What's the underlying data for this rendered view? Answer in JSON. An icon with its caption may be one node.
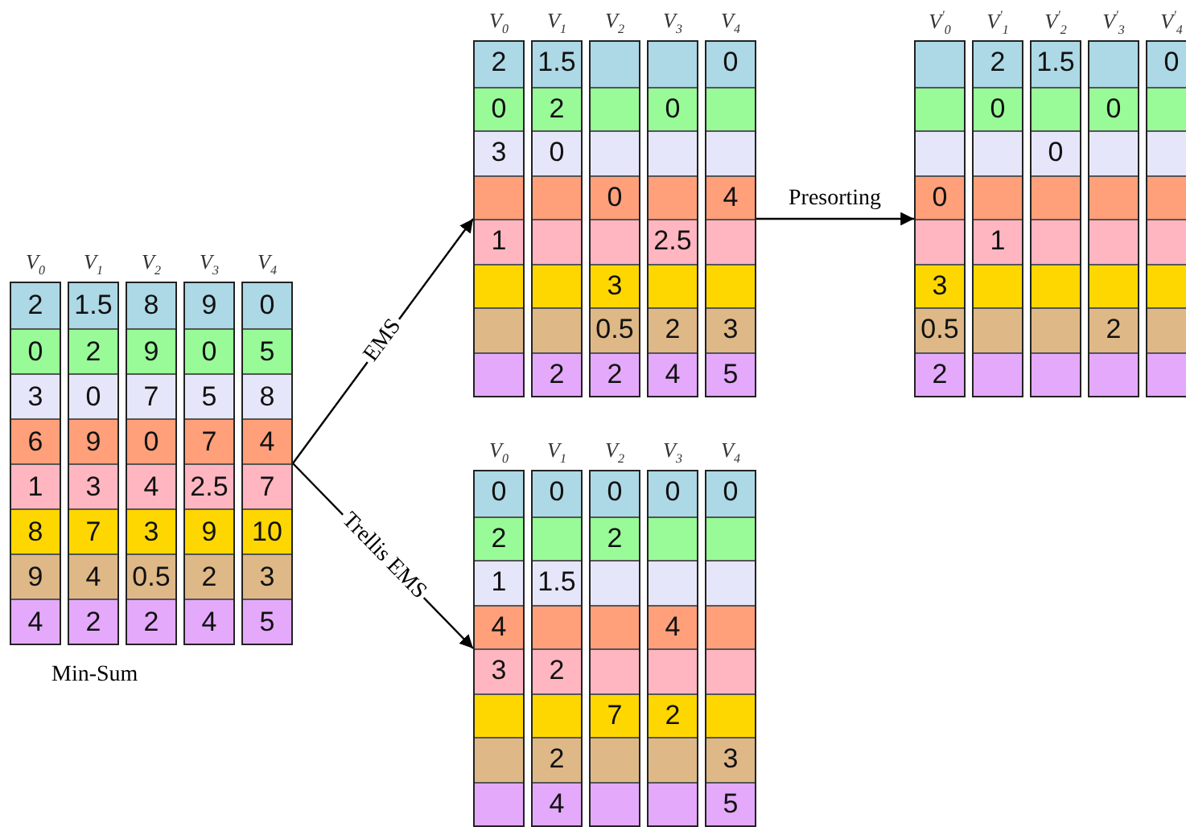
{
  "diagram": {
    "nodes": [
      {
        "text": [
          "V$_{0}$"
        ]
      },
      {
        "text": [
          "2"
        ],
        "in": 0
      },
      {
        "text": [
          "0"
        ],
        "in": 0
      },
      {
        "text": [
          "3"
        ],
        "in": 0
      },
      {
        "text": [
          "6"
        ],
        "in": 0
      },
      {
        "text": [
          "1"
        ],
        "in": 0
      },
      {
        "text": [
          "8"
        ],
        "in": 0
      },
      {
        "text": [
          "9"
        ],
        "in": 0
      },
      {
        "text": [
          "4"
        ],
        "in": 0
      },
      {
        "text": [
          "V$_{1}$"
        ]
      },
      {
        "text": [
          "1.5"
        ],
        "in": 9
      },
      {
        "text": [
          "2"
        ],
        "in": 9
      },
      {
        "text": [
          "0"
        ],
        "in": 9
      },
      {
        "text": [
          "9"
        ],
        "in": 9
      },
      {
        "text": [
          "3"
        ],
        "in": 9
      },
      {
        "text": [
          "7"
        ],
        "in": 9
      },
      {
        "text": [
          "4"
        ],
        "in": 9
      },
      {
        "text": [
          "2"
        ],
        "in": 9
      },
      {
        "text": [
          "V$_{2}$"
        ]
      },
      {
        "text": [
          "8"
        ],
        "in": 18
      },
      {
        "text": [
          "9"
        ],
        "in": 18
      },
      {
        "text": [
          "7"
        ],
        "in": 18
      },
      {
        "text": [
          "0"
        ],
        "in": 18
      },
      {
        "text": [
          "4"
        ],
        "in": 18
      },
      {
        "text": [
          "3"
        ],
        "in": 18
      },
      {
        "text": [
          "0.5"
        ],
        "in": 18
      },
      {
        "text": [
          "2"
        ],
        "in": 18
      },
      {
        "text": [
          "V$_{3}$"
        ]
      },
      {
        "text": [
          "9"
        ],
        "in": 27
      },
      {
        "text": [
          "0"
        ],
        "in": 27
      },
      {
        "text": [
          "5"
        ],
        "in": 27
      },
      {
        "text": [
          "7"
        ],
        "in": 27
      },
      {
        "text": [
          "2.5"
        ],
        "in": 27
      },
      {
        "text": [
          "9"
        ],
        "in": 27
      },
      {
        "text": [
          "2"
        ],
        "in": 27
      },
      {
        "text": [
          "4"
        ],
        "in": 27
      },
      {
        "text": [
          "V$_{4}$"
        ]
      },
      {
        "text": [
          "0"
        ],
        "in": 36
      },
      {
        "text": [
          "5"
        ],
        "in": 36
      },
      {
        "text": [
          "8"
        ],
        "in": 36
      },
      {
        "text": [
          "4"
        ],
        "in": 36
      },
      {
        "text": [
          "7"
        ],
        "in": 36
      },
      {
        "text": [
          "10"
        ],
        "in": 36
      },
      {
        "text": [
          "3"
        ],
        "in": 36
      },
      {
        "text": [
          "5"
        ],
        "in": 36
      },
      {
        "text": [
          "V$_{0}$"
        ]
      },
      {
        "text": [
          "2"
        ],
        "in": 45
      },
      {
        "text": [
          "0"
        ],
        "in": 45
      },
      {
        "text": [
          "3"
        ],
        "in": 45
      },
      {
        "text": [],
        "shape": "box",
        "in": 45
      },
      {
        "text": [
          "1"
        ],
        "in": 45
      },
      {
        "text": [],
        "shape": "box",
        "in": 45
      },
      {
        "text": [],
        "shape": "box",
        "in": 45
      },
      {
        "text": [],
        "shape": "box",
        "in": 45
      },
      {
        "text": [
          "V$_{1}$"
        ]
      },
      {
        "text": [
          "1.5"
        ],
        "in": 54
      },
      {
        "text": [
          "2"
        ],
        "in": 54
      },
      {
        "text": [
          "0"
        ],
        "in": 54
      },
      {
        "text": [],
        "shape": "box",
        "in": 54
      },
      {
        "text": [],
        "shape": "box",
        "in": 54
      },
      {
        "text": [],
        "shape": "box",
        "in": 54
      },
      {
        "text": [],
        "shape": "box",
        "in": 54
      },
      {
        "text": [
          "2"
        ],
        "in": 54
      },
      {
        "text": [
          "V$_{2}$"
        ]
      },
      {
        "text": [],
        "shape": "box",
        "in": 63
      },
      {
        "text": [],
        "shape": "box",
        "in": 63
      },
      {
        "text": [],
        "shape": "box",
        "in": 63
      },
      {
        "text": [
          "0"
        ],
        "in": 63
      },
      {
        "text": [],
        "shape": "box",
        "in": 63
      },
      {
        "text": [
          "3"
        ],
        "in": 63
      },
      {
        "text": [
          "0.5"
        ],
        "in": 63
      },
      {
        "text": [
          "2"
        ],
        "in": 63
      },
      {
        "text": [
          "V$_{3}$"
        ]
      },
      {
        "text": [],
        "shape": "box",
        "in": 72
      },
      {
        "text": [
          "0"
        ],
        "in": 72
      },
      {
        "text": [],
        "shape": "box",
        "in": 72
      },
      {
        "text": [],
        "shape": "box",
        "in": 72
      },
      {
        "text": [
          "2.5"
        ],
        "in": 72
      },
      {
        "text": [],
        "shape": "box",
        "in": 72
      },
      {
        "text": [
          "2"
        ],
        "in": 72
      },
      {
        "text": [
          "4"
        ],
        "in": 72
      },
      {
        "text": [
          "V$_{4}$"
        ]
      },
      {
        "text": [
          "0"
        ],
        "in": 81
      },
      {
        "text": [],
        "shape": "box",
        "in": 81
      },
      {
        "text": [],
        "shape": "box",
        "in": 81
      },
      {
        "text": [
          "4"
        ],
        "in": 81
      },
      {
        "text": [],
        "shape": "box",
        "in": 81
      },
      {
        "text": [],
        "shape": "box",
        "in": 81
      },
      {
        "text": [
          "3"
        ],
        "in": 81
      },
      {
        "text": [
          "5"
        ],
        "in": 81
      },
      {
        "text": [
          "V$^{'}$$_{0}$"
        ]
      },
      {
        "text": [],
        "shape": "box",
        "in": 90
      },
      {
        "text": [],
        "shape": "box",
        "in": 90
      },
      {
        "text": [],
        "shape": "box",
        "in": 90
      },
      {
        "text": [
          "0"
        ],
        "in": 90
      },
      {
        "text": [],
        "shape": "box",
        "in": 90
      },
      {
        "text": [
          "3"
        ],
        "in": 90
      },
      {
        "text": [
          "0.5"
        ],
        "in": 90
      },
      {
        "text": [
          "2"
        ],
        "in": 90
      },
      {
        "text": [
          "V$^{'}$$_{1}$"
        ]
      },
      {
        "text": [
          "2"
        ],
        "in": 99
      },
      {
        "text": [
          "0"
        ],
        "in": 99
      },
      {
        "text": [],
        "shape": "box",
        "in": 99
      },
      {
        "text": [],
        "shape": "box",
        "in": 99
      },
      {
        "text": [
          "1"
        ],
        "in": 99
      },
      {
        "text": [],
        "shape": "box",
        "in": 99
      },
      {
        "text": [],
        "shape": "box",
        "in": 99
      },
      {
        "text": [],
        "shape": "box",
        "in": 99
      },
      {
        "text": [
          "V$^{'}$$_{2}$"
        ]
      },
      {
        "text": [
          "1.5"
        ],
        "in": 108
      },
      {
        "text": [],
        "shape": "box",
        "in": 108
      },
      {
        "text": [
          "0"
        ],
        "in": 108
      },
      {
        "text": [],
        "shape": "box",
        "in": 108
      },
      {
        "text": [],
        "shape": "box",
        "in": 108
      },
      {
        "text": [],
        "shape": "box",
        "in": 108
      },
      {
        "text": [],
        "shape": "box",
        "in": 108
      },
      {
        "text": [],
        "shape": "box",
        "in": 108
      },
      {
        "text": [
          "V$^{'}$$_{3}$"
        ]
      },
      {
        "text": [],
        "shape": "box",
        "in": 117
      },
      {
        "text": [
          "0"
        ],
        "in": 117
      },
      {
        "text": [],
        "shape": "box",
        "in": 117
      },
      {
        "text": [],
        "shape": "box",
        "in": 117
      },
      {
        "text": [],
        "shape": "box",
        "in": 117
      },
      {
        "text": [],
        "shape": "box",
        "in": 117
      },
      {
        "text": [
          "2"
        ],
        "in": 117
      },
      {
        "text": [],
        "shape": "box",
        "in": 117
      },
      {
        "text": [
          "V$^{'}$$_{4}$"
        ]
      },
      {
        "text": [
          "0"
        ],
        "in": 126
      },
      {
        "text": [],
        "shape": "box",
        "in": 126
      },
      {
        "text": [],
        "shape": "box",
        "in": 126
      },
      {
        "text": [],
        "shape": "box",
        "in": 126
      },
      {
        "text": [],
        "shape": "box",
        "in": 126
      },
      {
        "text": [],
        "shape": "box",
        "in": 126
      },
      {
        "text": [],
        "shape": "box",
        "in": 126
      },
      {
        "text": [],
        "shape": "box",
        "in": 126
      },
      {
        "text": [
          "V$_{0}$"
        ]
      },
      {
        "text": [
          "0"
        ],
        "in": 135
      },
      {
        "text": [
          "2"
        ],
        "in": 135
      },
      {
        "text": [
          "1"
        ],
        "in": 135
      },
      {
        "text": [
          "4"
        ],
        "in": 135
      },
      {
        "text": [
          "3"
        ],
        "in": 135
      },
      {
        "text": [],
        "shape": "box",
        "in": 135
      },
      {
        "text": [],
        "shape": "box",
        "in": 135
      },
      {
        "text": [],
        "shape": "box",
        "in": 135
      },
      {
        "text": [
          "V$_{1}$"
        ]
      },
      {
        "text": [
          "0"
        ],
        "in": 144
      },
      {
        "text": [],
        "shape": "box",
        "in": 144
      },
      {
        "text": [
          "1.5"
        ],
        "in": 144
      },
      {
        "text": [],
        "shape": "box",
        "in": 144
      },
      {
        "text": [
          "2"
        ],
        "in": 144
      },
      {
        "text": [],
        "shape": "box",
        "in": 144
      },
      {
        "text": [
          "2"
        ],
        "in": 144
      },
      {
        "text": [
          "4"
        ],
        "in": 144
      },
      {
        "text": [
          "V$_{2}$"
        ]
      },
      {
        "text": [
          "0"
        ],
        "in": 153
      },
      {
        "text": [
          "2"
        ],
        "in": 153
      },
      {
        "text": [],
        "shape": "box",
        "in": 153
      },
      {
        "text": [],
        "shape": "box",
        "in": 153
      },
      {
        "text": [],
        "shape": "box",
        "in": 153
      },
      {
        "text": [
          "7"
        ],
        "in": 153
      },
      {
        "text": [],
        "shape": "box",
        "in": 153
      },
      {
        "text": [],
        "shape": "box",
        "in": 153
      },
      {
        "text": [
          "V$_{3}$"
        ]
      },
      {
        "text": [
          "0"
        ],
        "in": 162
      },
      {
        "text": [],
        "shape": "box",
        "in": 162
      },
      {
        "text": [],
        "shape": "box",
        "in": 162
      },
      {
        "text": [
          "4"
        ],
        "in": 162
      },
      {
        "text": [],
        "shape": "box",
        "in": 162
      },
      {
        "text": [
          "2"
        ],
        "in": 162
      },
      {
        "text": [],
        "shape": "box",
        "in": 162
      },
      {
        "text": [],
        "shape": "box",
        "in": 162
      },
      {
        "text": [
          "V$_{4}$"
        ]
      },
      {
        "text": [
          "0"
        ],
        "in": 171
      },
      {
        "text": [],
        "shape": "box",
        "in": 171
      },
      {
        "text": [],
        "shape": "box",
        "in": 171
      },
      {
        "text": [],
        "shape": "box",
        "in": 171
      },
      {
        "text": [],
        "shape": "box",
        "in": 171
      },
      {
        "text": [],
        "shape": "box",
        "in": 171
      },
      {
        "text": [
          "3"
        ],
        "in": 171
      },
      {
        "text": [
          "5"
        ],
        "in": 171
      }
    ],
    "edges": [
      {
        "from": 36,
        "to": 45,
        "arrow": "to",
        "label": "EMS"
      },
      {
        "from": 81,
        "to": 90,
        "arrow": "to",
        "label": "Presorting"
      },
      {
        "from": 36,
        "to": 135,
        "arrow": "to",
        "label": "Trellis EMS"
      }
    ],
    "labels": [
      "Min-Sum"
    ]
  }
}
